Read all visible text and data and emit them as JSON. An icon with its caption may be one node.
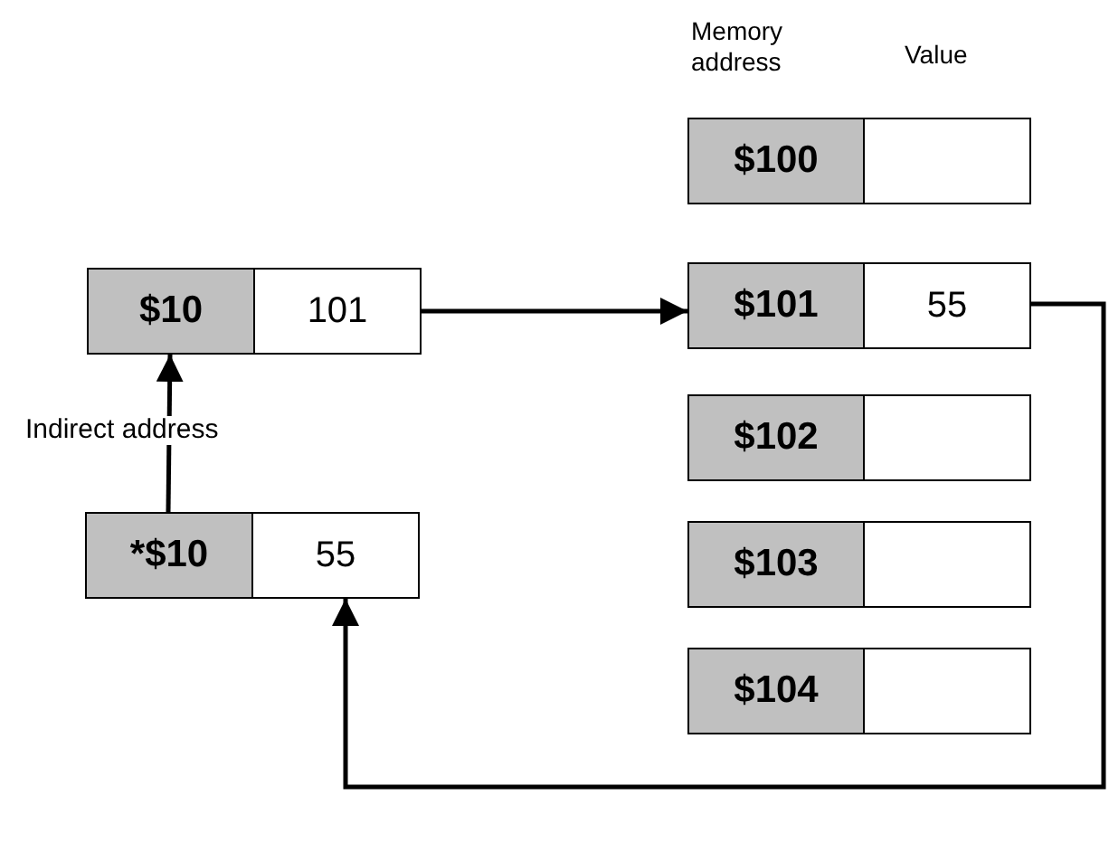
{
  "diagram": {
    "nodes": [
      {
        "text": [
          "$10"
        ]
      },
      {
        "text": [
          "101"
        ]
      },
      {
        "text": [
          "*$10"
        ]
      },
      {
        "text": [
          "55"
        ]
      },
      {
        "text": [
          "$100"
        ]
      },
      {
        "text": [],
        "shape": "box"
      },
      {
        "text": [
          "$101"
        ]
      },
      {
        "text": [
          "55"
        ]
      },
      {
        "text": [
          "$102"
        ]
      },
      {
        "text": [],
        "shape": "box"
      },
      {
        "text": [
          "$103"
        ]
      },
      {
        "text": [],
        "shape": "box"
      },
      {
        "text": [
          "$104"
        ]
      },
      {
        "text": [],
        "shape": "box"
      }
    ],
    "edges": [
      {
        "from": 1,
        "to": 6,
        "arrow": "to"
      },
      {
        "from": 2,
        "to": 0,
        "arrow": "to",
        "label": "Indirect address"
      },
      {
        "from": 7,
        "to": 3,
        "arrow": "to"
      }
    ],
    "labels": [
      "Memory address",
      "Value"
    ]
  }
}
